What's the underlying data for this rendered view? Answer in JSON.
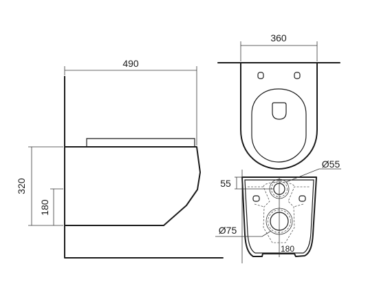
{
  "dimensions": {
    "side_depth": "490",
    "side_height": "320",
    "side_mount_height": "180",
    "top_width": "360",
    "rear_offset": "55",
    "rear_inlet_diameter": "Ø55",
    "rear_outlet_diameter": "Ø75",
    "rear_outlet_height": "180"
  }
}
